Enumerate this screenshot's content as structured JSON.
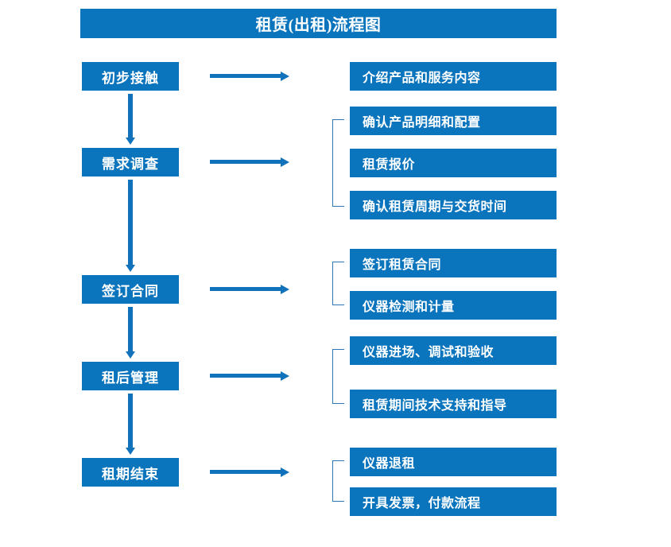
{
  "chart_data": {
    "type": "diagram",
    "title": "租赁(出租)流程图",
    "diagram_kind": "flowchart",
    "orientation": "vertical-stages-with-detail-branches",
    "stages": [
      {
        "label": "初步接触",
        "details": [
          "介绍产品和服务内容"
        ],
        "bracketed": false
      },
      {
        "label": "需求调查",
        "details": [
          "确认产品明细和配置",
          "租赁报价",
          "确认租赁周期与交货时间"
        ],
        "bracketed": true
      },
      {
        "label": "签订合同",
        "details": [
          "签订租赁合同",
          "仪器检测和计量"
        ],
        "bracketed": true
      },
      {
        "label": "租后管理",
        "details": [
          "仪器进场、调试和验收",
          "租赁期间技术支持和指导"
        ],
        "bracketed": true
      },
      {
        "label": "租期结束",
        "details": [
          "仪器退租",
          "开具发票，付款流程"
        ],
        "bracketed": true
      }
    ]
  },
  "header": {
    "title": "租赁(出租)流程图"
  },
  "colors": {
    "box_fill": "#0a74bd",
    "box_text": "#ffffff",
    "arrow": "#1072bb",
    "bracket": "#2e75b6",
    "background": "#ffffff"
  },
  "stages": [
    {
      "label": "初步接触"
    },
    {
      "label": "需求调查"
    },
    {
      "label": "签订合同"
    },
    {
      "label": "租后管理"
    },
    {
      "label": "租期结束"
    }
  ],
  "details": [
    {
      "label": "介绍产品和服务内容"
    },
    {
      "label": "确认产品明细和配置"
    },
    {
      "label": "租赁报价"
    },
    {
      "label": "确认租赁周期与交货时间"
    },
    {
      "label": "签订租赁合同"
    },
    {
      "label": "仪器检测和计量"
    },
    {
      "label": "仪器进场、调试和验收"
    },
    {
      "label": "租赁期间技术支持和指导"
    },
    {
      "label": "仪器退租"
    },
    {
      "label": "开具发票，付款流程"
    }
  ]
}
